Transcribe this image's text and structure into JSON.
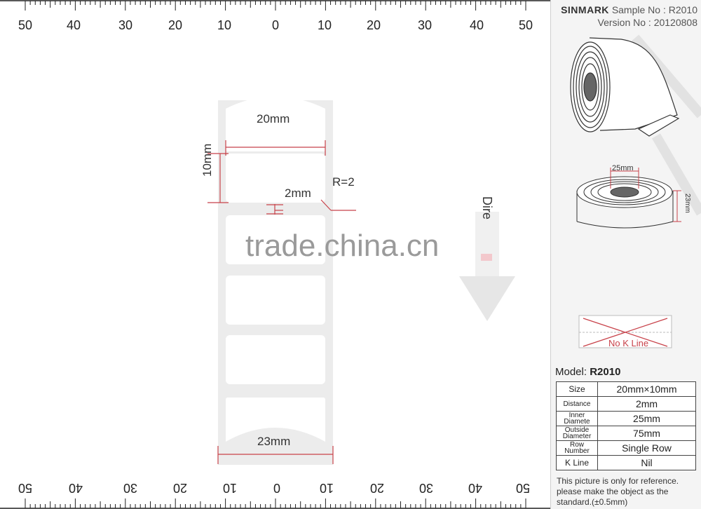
{
  "ruler_top": {
    "labels": [
      "50",
      "40",
      "30",
      "20",
      "10",
      "0",
      "10",
      "20",
      "30",
      "40",
      "50"
    ]
  },
  "ruler_bottom": {
    "labels": [
      "50",
      "40",
      "30",
      "20",
      "10",
      "0",
      "10",
      "20",
      "30",
      "40",
      "50"
    ]
  },
  "dimensions": {
    "label_width": "20mm",
    "label_height": "10mm",
    "gap": "2mm",
    "corner_radius": "R=2",
    "liner_width": "23mm"
  },
  "direction_text": "Dire",
  "watermark": "trade.china.cn",
  "sidebar": {
    "brand": "SINMARK",
    "sample_label": "Sample No : R2010",
    "version_label": "Version No : 20120808",
    "roll_top_label": "25mm",
    "roll_side_label": "23mm",
    "no_k_line": "No K Line",
    "model_prefix": "Model:",
    "model_value": "R2010",
    "specs": [
      {
        "key": "Size",
        "value": "20mm×10mm"
      },
      {
        "key": "Distance",
        "value": "2mm"
      },
      {
        "key": "Inner Diamete",
        "value": "25mm"
      },
      {
        "key": "Outside Diameter",
        "value": "75mm"
      },
      {
        "key": "Row Number",
        "value": "Single Row"
      },
      {
        "key": "K Line",
        "value": "Nil"
      }
    ],
    "note": "This picture is only for reference. please make the object as the standard.(±0.5mm)"
  },
  "colors": {
    "dimension_red": "#c8424a",
    "label_gray": "#ececec"
  }
}
